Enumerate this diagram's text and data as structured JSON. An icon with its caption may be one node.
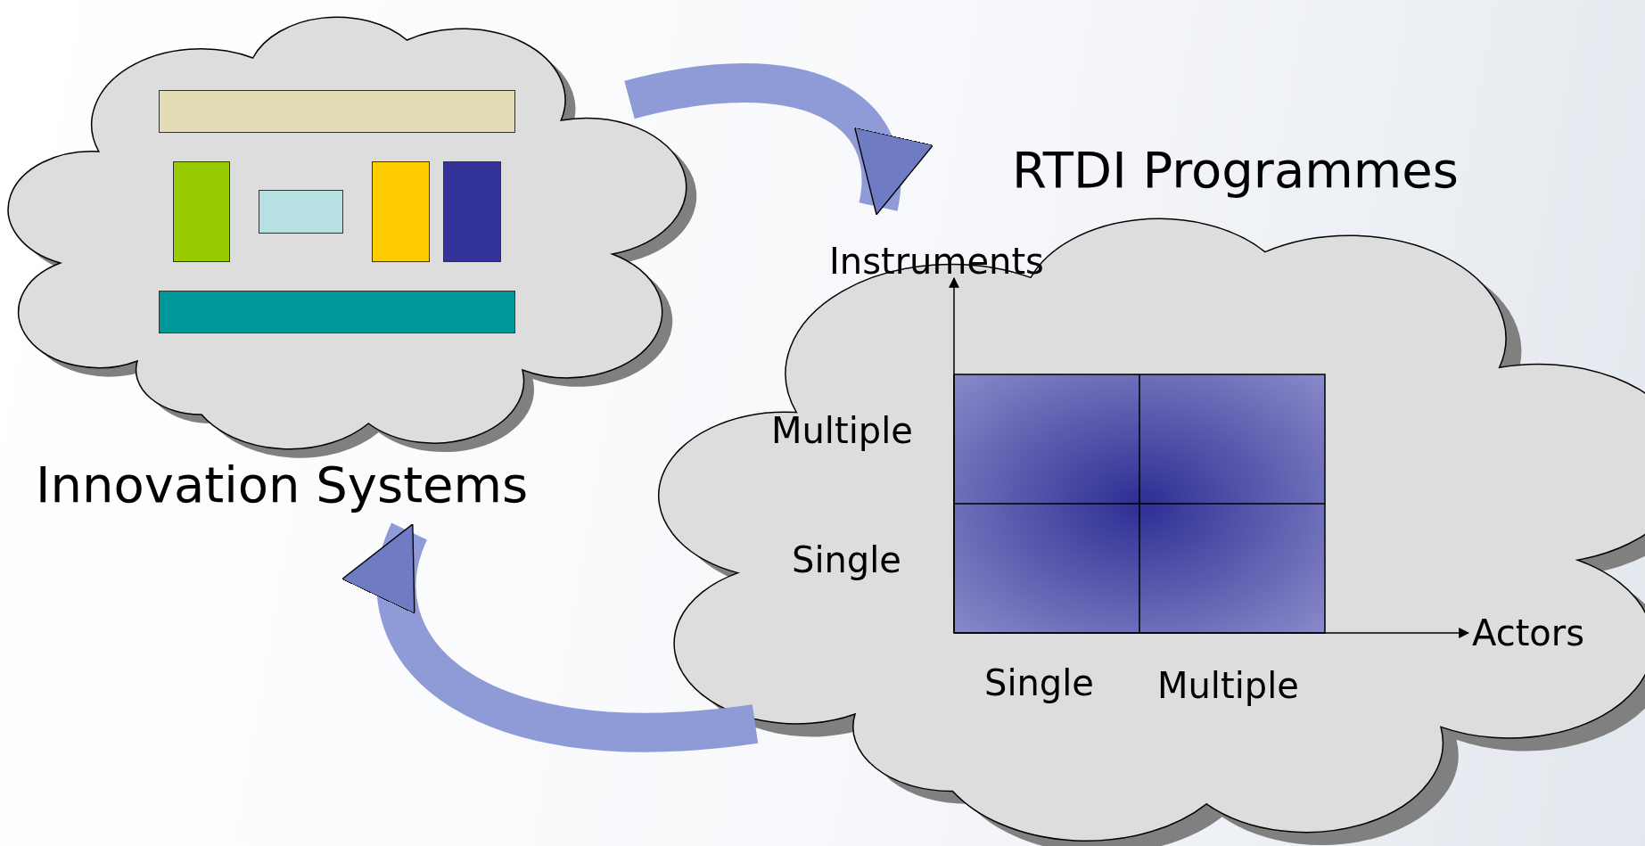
{
  "diagram": {
    "nodes": [
      {
        "text": [
          "Innovation Systems"
        ]
      },
      {
        "text": [],
        "shape": "box",
        "in": 0
      },
      {
        "text": [],
        "shape": "box",
        "in": 0
      },
      {
        "text": [],
        "shape": "box",
        "in": 0
      },
      {
        "text": [],
        "shape": "box",
        "in": 0
      },
      {
        "text": [],
        "shape": "box",
        "in": 0
      },
      {
        "text": [],
        "shape": "box",
        "in": 0
      },
      {
        "text": [
          "RTDI Programmes"
        ]
      }
    ],
    "edges": [
      {
        "from": 0,
        "to": 7,
        "arrow": "to"
      },
      {
        "from": 7,
        "to": 0,
        "arrow": "to"
      }
    ],
    "labels": [
      "Instruments",
      "Multiple",
      "Single",
      "Actors",
      "Single",
      "Multiple"
    ]
  }
}
